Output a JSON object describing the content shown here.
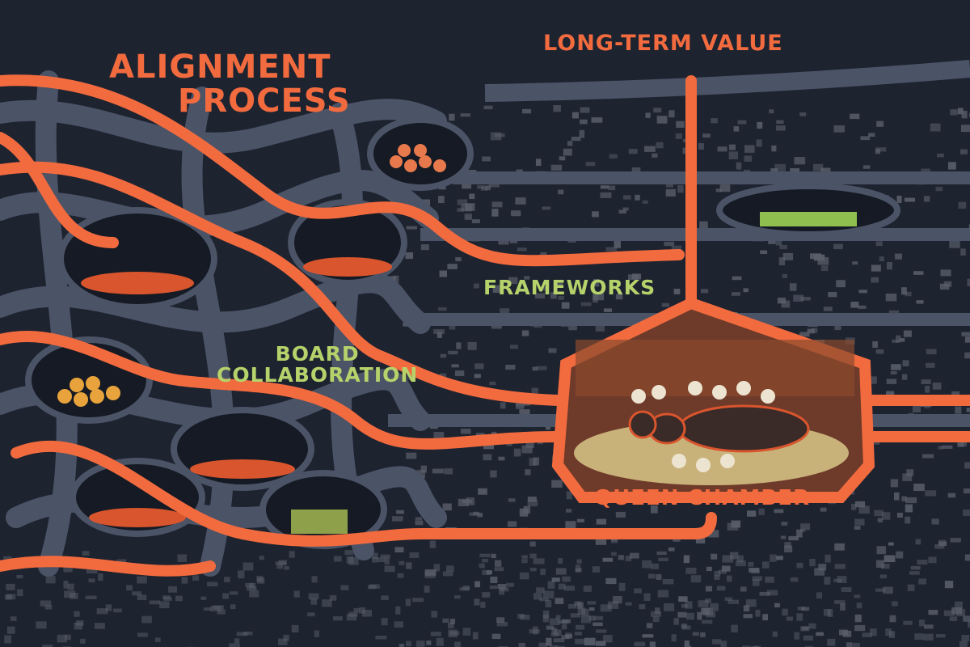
{
  "labels": {
    "alignment_process": [
      "ALIGNMENT",
      "PROCESS"
    ],
    "long_term_value": "LONG-TERM VALUE",
    "frameworks": "FRAMEWORKS",
    "board_collaboration": [
      "BOARD",
      "COLLABORATION"
    ],
    "queen_chamber": "QUEEN CHAMBER"
  },
  "colors": {
    "background": "#1e2330",
    "tunnel_orange": "#f26b3f",
    "tunnel_gray": "#4b5366",
    "label_green": "#b6d36b",
    "soil_stone": "#5a5f6b"
  }
}
